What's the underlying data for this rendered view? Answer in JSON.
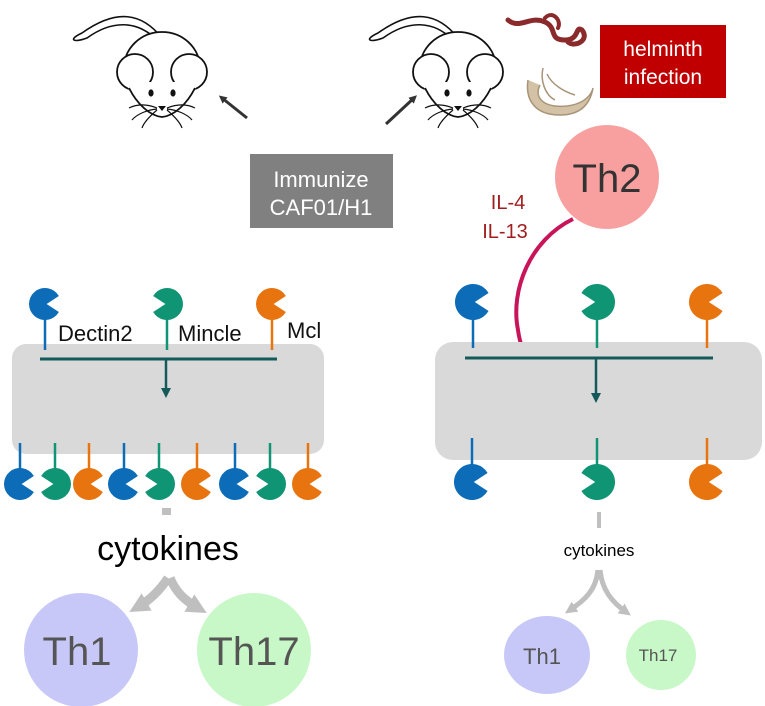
{
  "colors": {
    "dectin2": "#0c6cb8",
    "mincle": "#0f9474",
    "mcl": "#e8740f",
    "membrane": "#d9d9d9",
    "signal_line": "#145a5a",
    "inhibit": "#c8145a",
    "il_text": "#a01e1e",
    "immunize_box": "#808080",
    "helminth_box": "#c00000",
    "th2": "#f8a0a0",
    "th1": "#c8c8f8",
    "th17": "#c8f8c8",
    "cytokine_arrow": "#bfbfbf"
  },
  "immunize": {
    "line1": "Immunize",
    "line2": "CAF01/H1"
  },
  "helminth": {
    "line1": "helminth",
    "line2": "infection"
  },
  "th2": {
    "label": "Th2"
  },
  "interleukins": {
    "line1": "IL-4",
    "line2": "IL-13"
  },
  "receptors": {
    "dectin2": "Dectin2",
    "mincle": "Mincle",
    "mcl": "Mcl"
  },
  "left_panel": {
    "cytokines": "cytokines",
    "th1": "Th1",
    "th17": "Th17",
    "bottom_receptors": [
      "dectin2",
      "mincle",
      "mcl",
      "dectin2",
      "mincle",
      "mcl",
      "dectin2",
      "mincle",
      "mcl"
    ]
  },
  "right_panel": {
    "cytokines": "cytokines",
    "th1": "Th1",
    "th17": "Th17",
    "bottom_receptors": [
      "dectin2",
      "mincle",
      "mcl"
    ]
  }
}
